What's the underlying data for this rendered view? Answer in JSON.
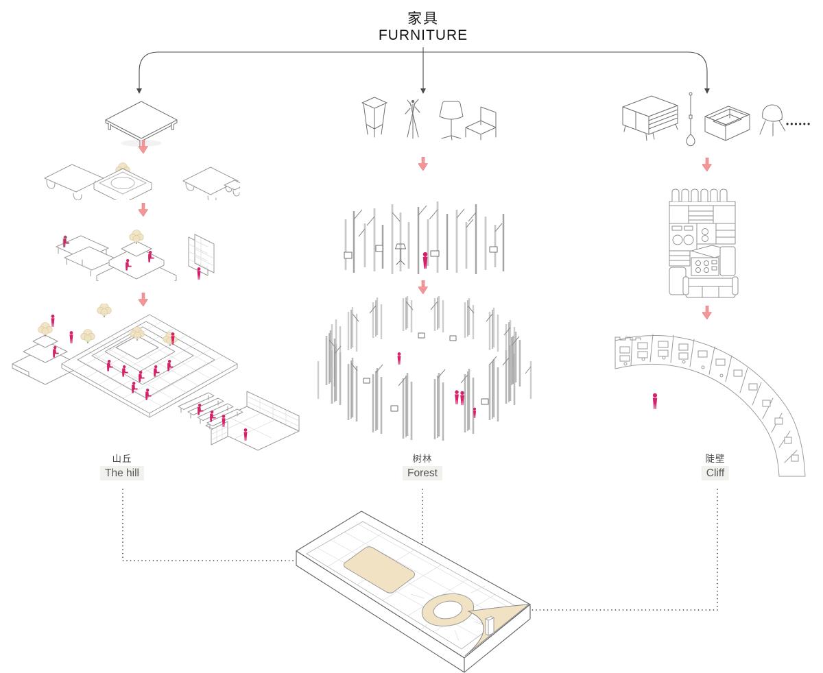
{
  "title": {
    "cjk": "家具",
    "en": "FURNITURE"
  },
  "concepts": [
    {
      "id": "hill",
      "label_cjk": "山丘",
      "label_en": "The hill",
      "source_icons": [
        "low-table-icon"
      ],
      "transform_icons": [
        "long-table-icon",
        "planter-table-icon",
        "wide-table-icon",
        "small-table-icon",
        "bench-pair-icon",
        "stepped-platform-icon",
        "lattice-shelf-icon"
      ],
      "result_icon": "hill-terrace-illustration"
    },
    {
      "id": "forest",
      "label_cjk": "树林",
      "label_en": "Forest",
      "source_icons": [
        "bar-stool-icon",
        "coat-rack-icon",
        "floor-lamp-icon",
        "chair-icon"
      ],
      "transform_icons": [
        "pole-grove-icon"
      ],
      "result_icon": "pole-ring-illustration"
    },
    {
      "id": "cliff",
      "label_cjk": "陡壁",
      "label_en": "Cliff",
      "source_icons": [
        "sideboard-icon",
        "pendant-lamp-icon",
        "sofa-icon",
        "armchair-icon"
      ],
      "ellipsis": "••••••",
      "transform_icons": [
        "furniture-stack-icon"
      ],
      "result_icon": "curved-cliff-illustration"
    }
  ],
  "colors": {
    "accent_figure": "#d4226a",
    "accent_arrow": "#f29697",
    "arrow_edge": "#e2797d",
    "beige": "#f0e2c2",
    "beige_edge": "#d8c394",
    "line_dark": "#4a4a4a",
    "dotted": "#2b2b2b",
    "label_highlight": "#f1f1ee"
  }
}
